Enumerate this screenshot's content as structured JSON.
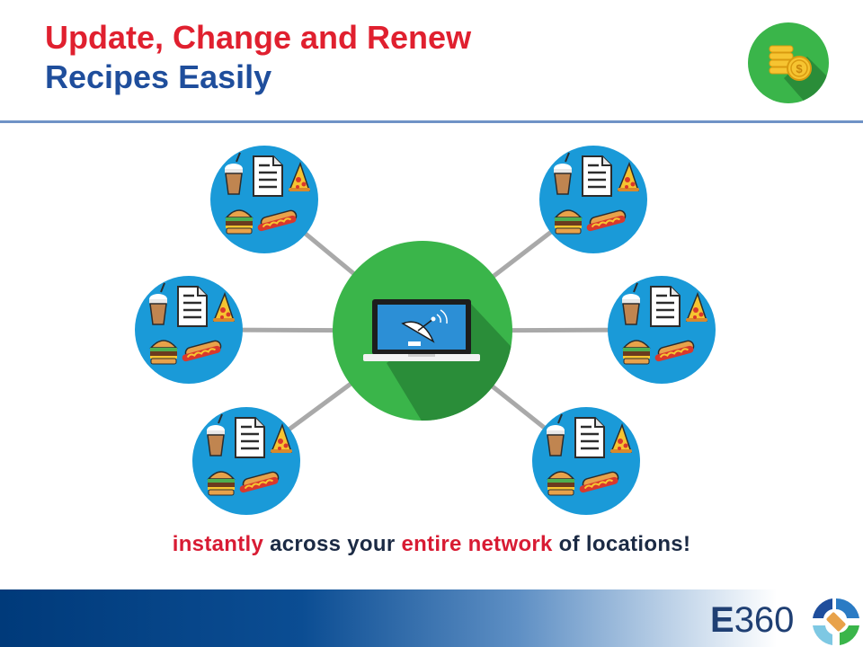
{
  "slide": {
    "title_line1": "Update, Change and Renew",
    "title_line2": "Recipes Easily",
    "tagline": {
      "part1": "instantly",
      "part2": " across your ",
      "part3": "entire network",
      "part4": " of locations!"
    },
    "brand": {
      "letter": "E",
      "number": "360"
    }
  },
  "colors": {
    "title_red": "#e0202f",
    "title_blue": "#1f4e9c",
    "hub_green": "#3ab54a",
    "node_blue": "#1a9ad8",
    "accent_red": "#d81b33"
  },
  "icons": {
    "hub": "laptop-satellite-dish-icon",
    "nodes": [
      "food-recipe-icon",
      "food-recipe-icon",
      "food-recipe-icon",
      "food-recipe-icon",
      "food-recipe-icon",
      "food-recipe-icon"
    ],
    "badge": "coins-dollar-icon",
    "logo": "e360-logo-icon"
  }
}
